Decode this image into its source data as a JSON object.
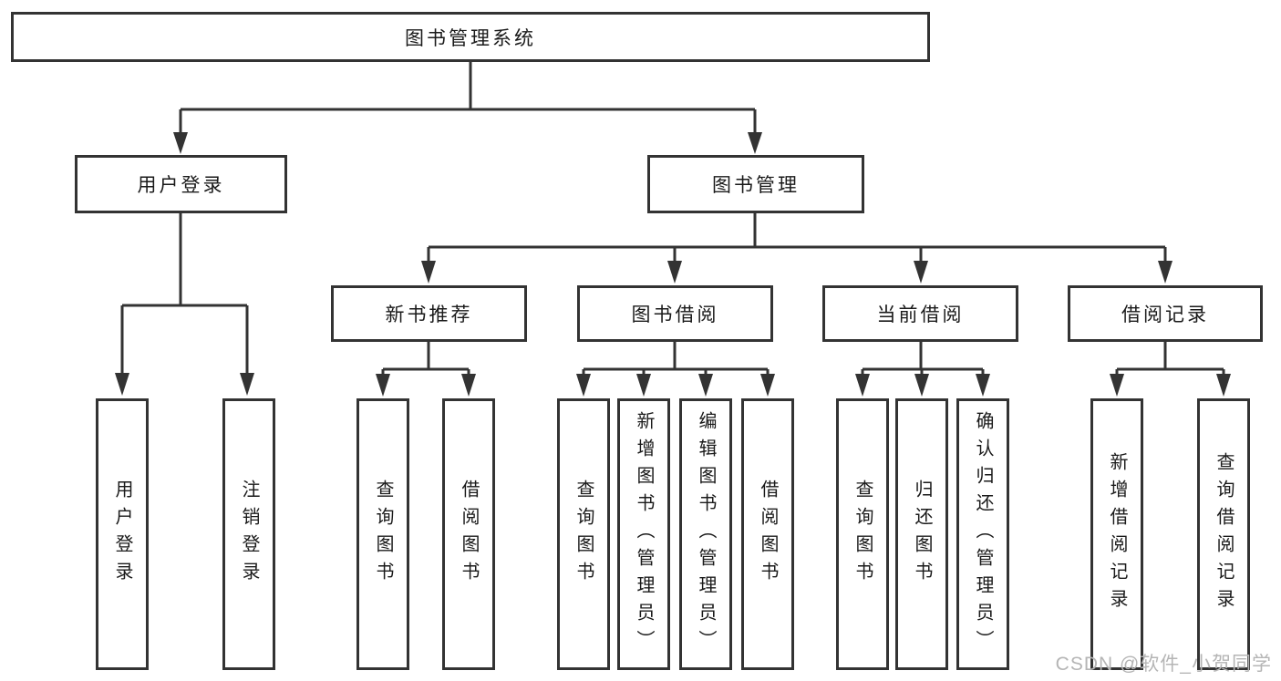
{
  "diagram": {
    "tree": {
      "root": {
        "label": "图书管理系统"
      },
      "children": [
        {
          "label": "用户登录",
          "children": [
            {
              "label": "用户登录"
            },
            {
              "label": "注销登录"
            }
          ]
        },
        {
          "label": "图书管理",
          "children": [
            {
              "label": "新书推荐",
              "children": [
                {
                  "label": "查询图书"
                },
                {
                  "label": "借阅图书"
                }
              ]
            },
            {
              "label": "图书借阅",
              "children": [
                {
                  "label": "查询图书"
                },
                {
                  "label": "新增图书（管理员）"
                },
                {
                  "label": "编辑图书（管理员）"
                },
                {
                  "label": "借阅图书"
                }
              ]
            },
            {
              "label": "当前借阅",
              "children": [
                {
                  "label": "查询图书"
                },
                {
                  "label": "归还图书"
                },
                {
                  "label": "确认归还（管理员）"
                }
              ]
            },
            {
              "label": "借阅记录",
              "children": [
                {
                  "label": "新增借阅记录"
                },
                {
                  "label": "查询借阅记录"
                }
              ]
            }
          ]
        }
      ]
    },
    "colors": {
      "line": "#333333",
      "box_border": "#333333",
      "text": "#1a1a1a",
      "background": "#ffffff",
      "watermark": "#b5b5b5"
    }
  },
  "watermark": {
    "text": "CSDN @软件_小贺同学"
  }
}
